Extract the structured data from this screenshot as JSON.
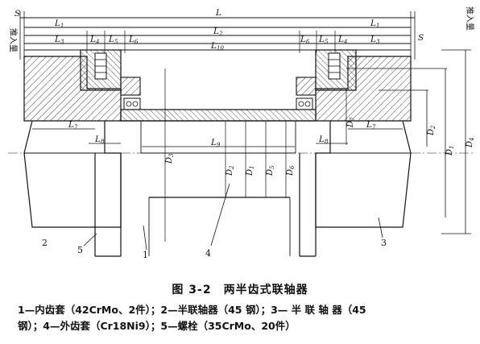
{
  "figure": {
    "caption": "图 3-2　两半齿式联轴器",
    "legend_line1": "1—内齿套（42CrMo、2件）；2—半联轴器（45 钢）；3— 半 联 轴 器（45",
    "legend_line2": "钢）；4—外齿套（Cr18Ni9）；5—螺栓（35CrMo、20件）"
  },
  "annotations": {
    "push_left": "推入量",
    "push_right": "推入量",
    "S": "S",
    "L": "L",
    "L_sym": "L",
    "sub_1": "1",
    "sub_2": "2",
    "sub_3": "3",
    "sub_4": "4",
    "sub_5": "5",
    "sub_6": "6",
    "sub_7": "7",
    "sub_8": "8",
    "sub_9": "9",
    "sub_10": "10",
    "D": "D",
    "parts": [
      "1",
      "2",
      "3",
      "4",
      "5"
    ]
  },
  "colors": {
    "ink": "#111111",
    "hatch": "#444444",
    "paper": "#ffffff"
  }
}
